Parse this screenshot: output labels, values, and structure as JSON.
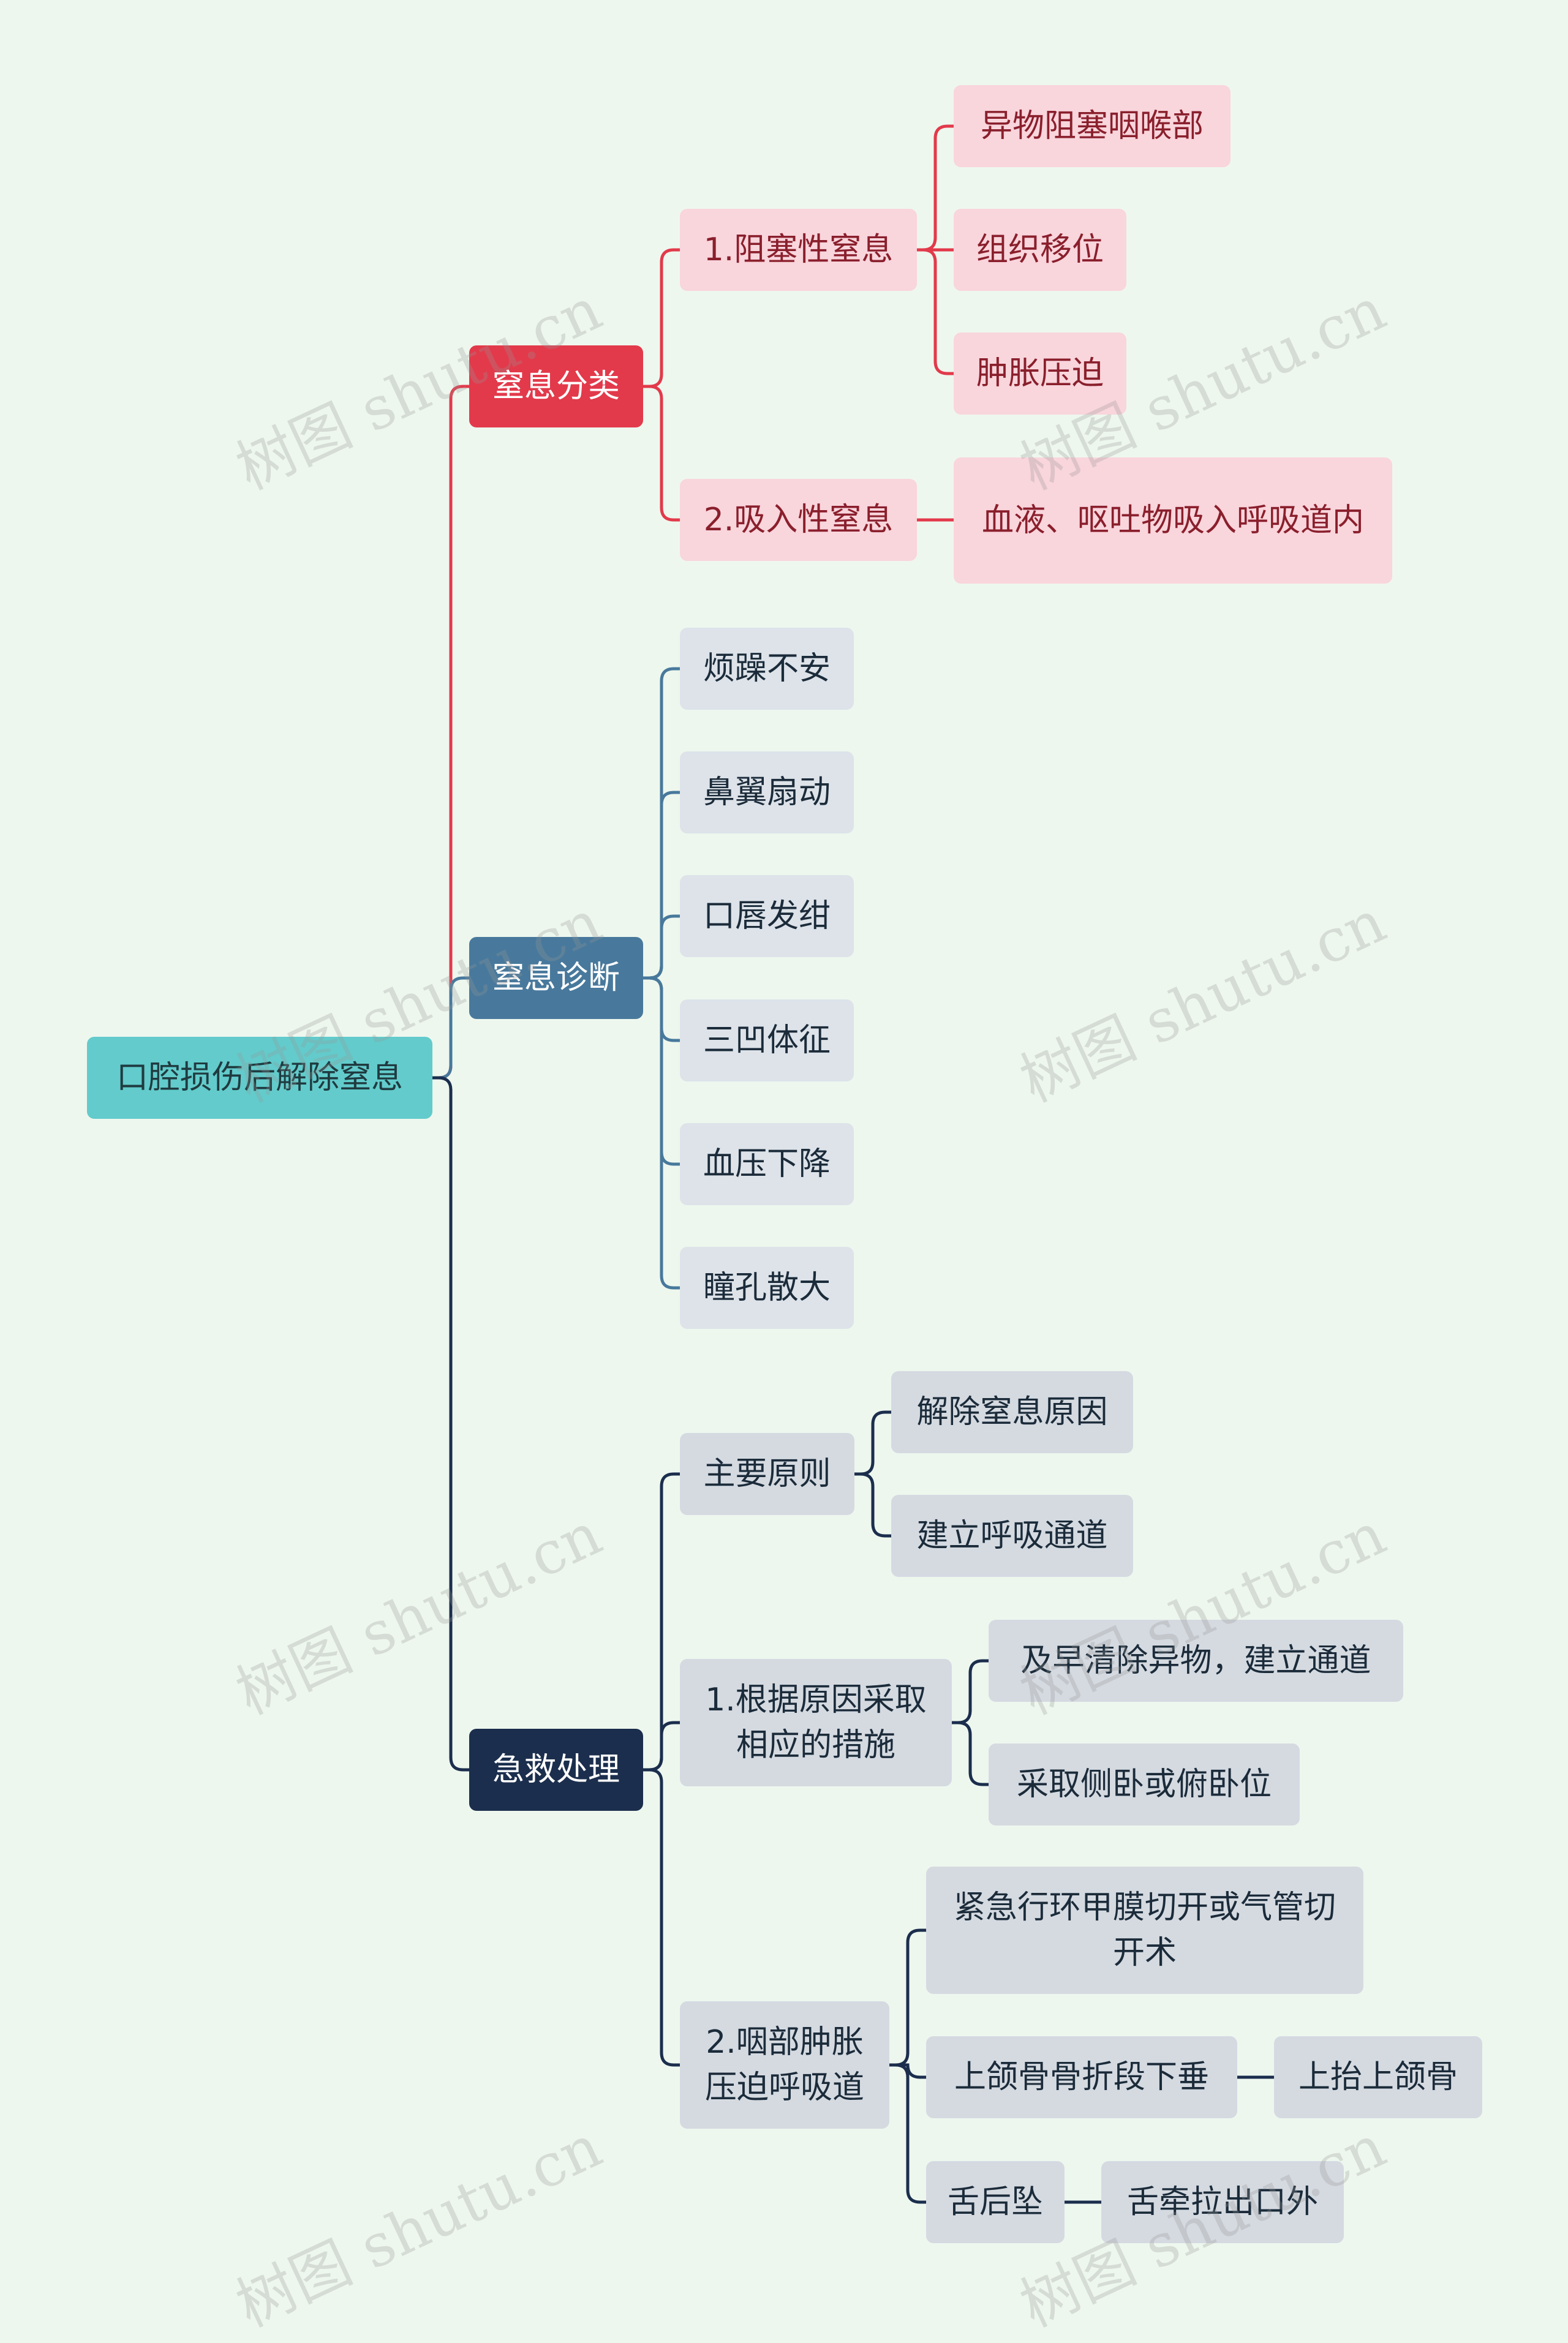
{
  "title": "口腔损伤后解除窒息",
  "branches": {
    "classify": {
      "label": "窒息分类",
      "obstructive": {
        "label": "1.阻塞性窒息",
        "items": [
          "异物阻塞咽喉部",
          "组织移位",
          "肿胀压迫"
        ]
      },
      "inhalation": {
        "label": "2.吸入性窒息",
        "items": [
          "血液、呕吐物吸入呼吸道内"
        ]
      }
    },
    "diagnosis": {
      "label": "窒息诊断",
      "items": [
        "烦躁不安",
        "鼻翼扇动",
        "口唇发绀",
        "三凹体征",
        "血压下降",
        "瞳孔散大"
      ]
    },
    "rescue": {
      "label": "急救处理",
      "principle": {
        "label": "主要原则",
        "items": [
          "解除窒息原因",
          "建立呼吸通道"
        ]
      },
      "cause": {
        "label": "1.根据原因采取相应的措施",
        "items": [
          "及早清除异物，建立通道",
          "采取侧卧或俯卧位"
        ]
      },
      "swelling": {
        "label": "2.咽部肿胀压迫呼吸道",
        "items": [
          "紧急行环甲膜切开或气管切开术",
          "上颌骨骨折段下垂",
          "舌后坠"
        ],
        "followups": [
          "上抬上颌骨",
          "舌牵拉出口外"
        ]
      }
    }
  },
  "watermark": "树图 shutu.cn",
  "colors": {
    "background": "#eef7ee",
    "root": "#63cbcb",
    "red": "#e23a4b",
    "red_light": "#f9d5dc",
    "blue": "#48799c",
    "blue_light": "#dde3e9",
    "navy": "#1b2e4d",
    "navy_light": "#d5dae1"
  }
}
